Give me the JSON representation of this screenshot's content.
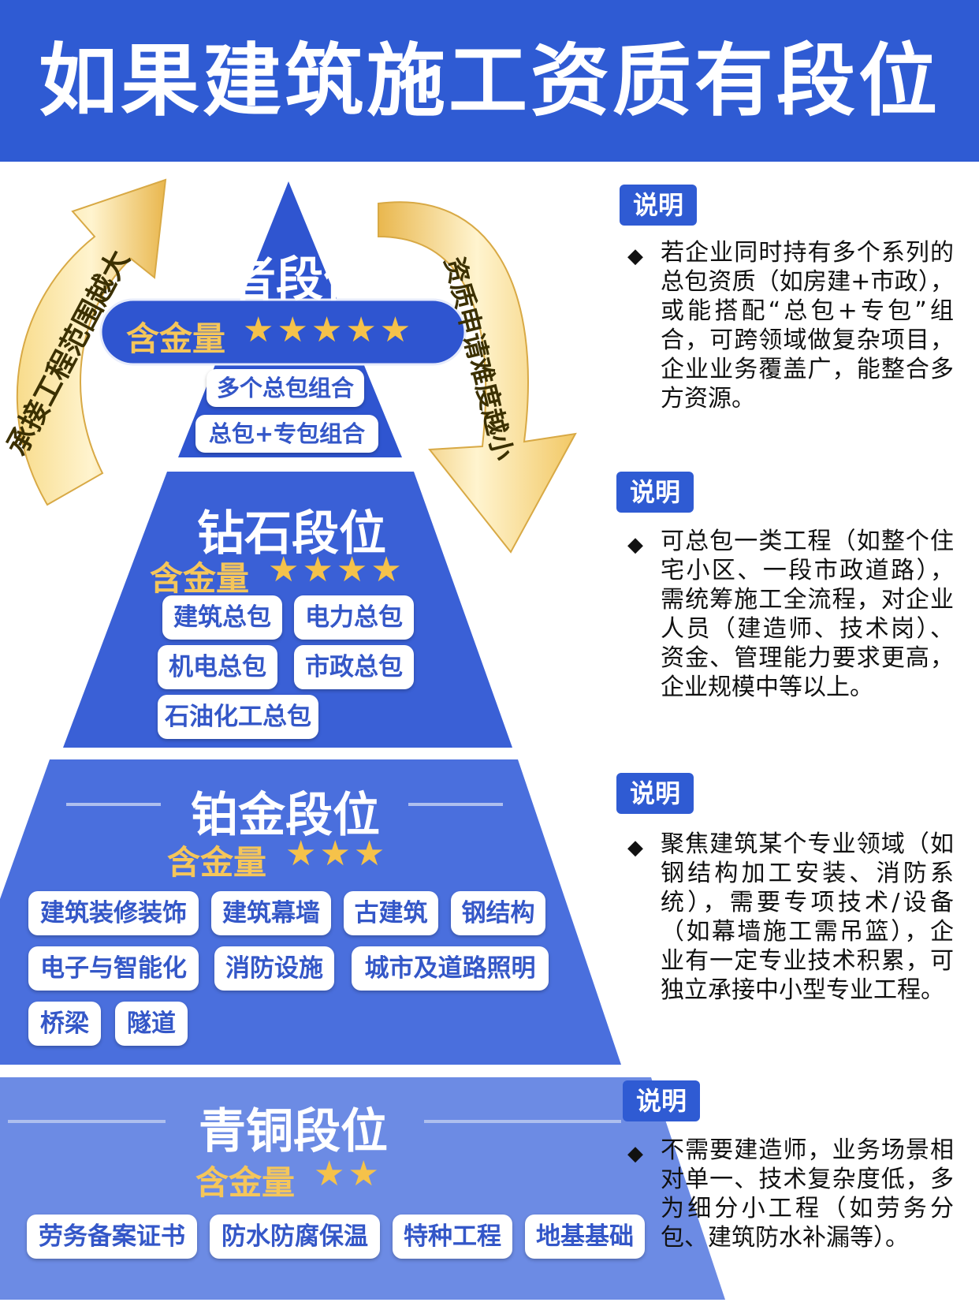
{
  "title": "如果建筑施工资质有段位",
  "arrows": {
    "left": "承接工程范围越大",
    "right": "资质申请难度越小"
  },
  "gold_label": "含金量",
  "ranks": [
    {
      "name": "王者段位",
      "stars": "★★★★★",
      "items": [
        "多个总包组合",
        "总包+专包组合"
      ]
    },
    {
      "name": "钻石段位",
      "stars": "★★★★",
      "items": [
        "建筑总包",
        "电力总包",
        "机电总包",
        "市政总包",
        "石油化工总包"
      ]
    },
    {
      "name": "铂金段位",
      "stars": "★★★",
      "items": [
        "建筑装修装饰",
        "建筑幕墙",
        "古建筑",
        "钢结构",
        "电子与智能化",
        "消防设施",
        "城市及道路照明",
        "桥梁",
        "隧道"
      ]
    },
    {
      "name": "青铜段位",
      "stars": "★★",
      "items": [
        "劳务备案证书",
        "防水防腐保温",
        "特种工程",
        "地基基础"
      ]
    }
  ],
  "notes": [
    {
      "badge": "说明",
      "bullet": "◆",
      "text": "若企业同时持有多个系列的总包资质（如房建+市政），或能搭配“总包+专包”组合，可跨领域做复杂项目，企业业务覆盖广，能整合多方资源。"
    },
    {
      "badge": "说明",
      "bullet": "◆",
      "text": "可总包一类工程（如整个住宅小区、一段市政道路），需统筹施工全流程，对企业人员（建造师、技术岗）、资金、管理能力要求更高，企业规模中等以上。"
    },
    {
      "badge": "说明",
      "bullet": "◆",
      "text": "聚焦建筑某个专业领域（如钢结构加工安装、消防系统），需要专项技术/设备（如幕墙施工需吊篮），企业有一定专业技术积累，可独立承接中小型专业工程。"
    },
    {
      "badge": "说明",
      "bullet": "◆",
      "text": "不需要建造师，业务场景相对单一、技术复杂度低，多为细分小工程（如劳务分包、建筑防水补漏等）。"
    }
  ],
  "colors": {
    "banner": "#2f5bd3",
    "king": "#2f55d0",
    "diamond": "#3a60d6",
    "platinum": "#4a6fdd",
    "bronze": "#6c8be4",
    "gold": "#f5c65a",
    "chip_text": "#3457c8"
  }
}
